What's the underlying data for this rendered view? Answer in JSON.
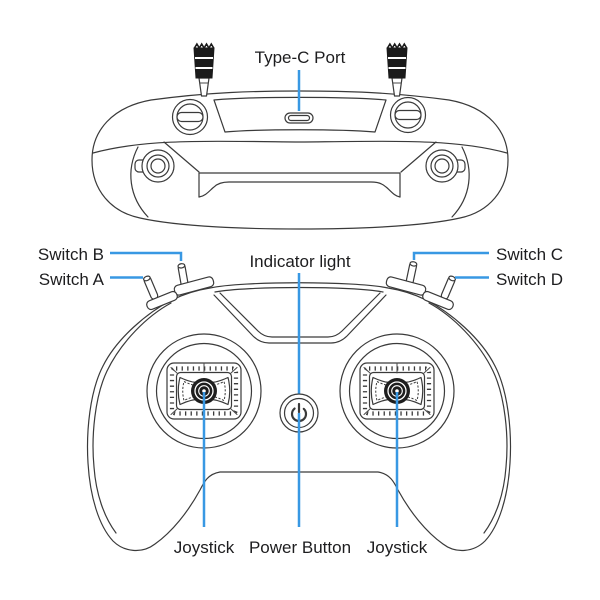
{
  "labels": {
    "type_c_port": "Type-C Port",
    "switch_b": "Switch B",
    "switch_a": "Switch A",
    "indicator_light": "Indicator light",
    "switch_c": "Switch C",
    "switch_d": "Switch D",
    "joystick_left": "Joystick",
    "power_button": "Power Button",
    "joystick_right": "Joystick"
  },
  "colors": {
    "leader_line": "#3898e3",
    "line_art": "#3a3a3a",
    "dark_fill": "#1b1b1b",
    "text": "#1d1d1f",
    "background": "#ffffff"
  }
}
